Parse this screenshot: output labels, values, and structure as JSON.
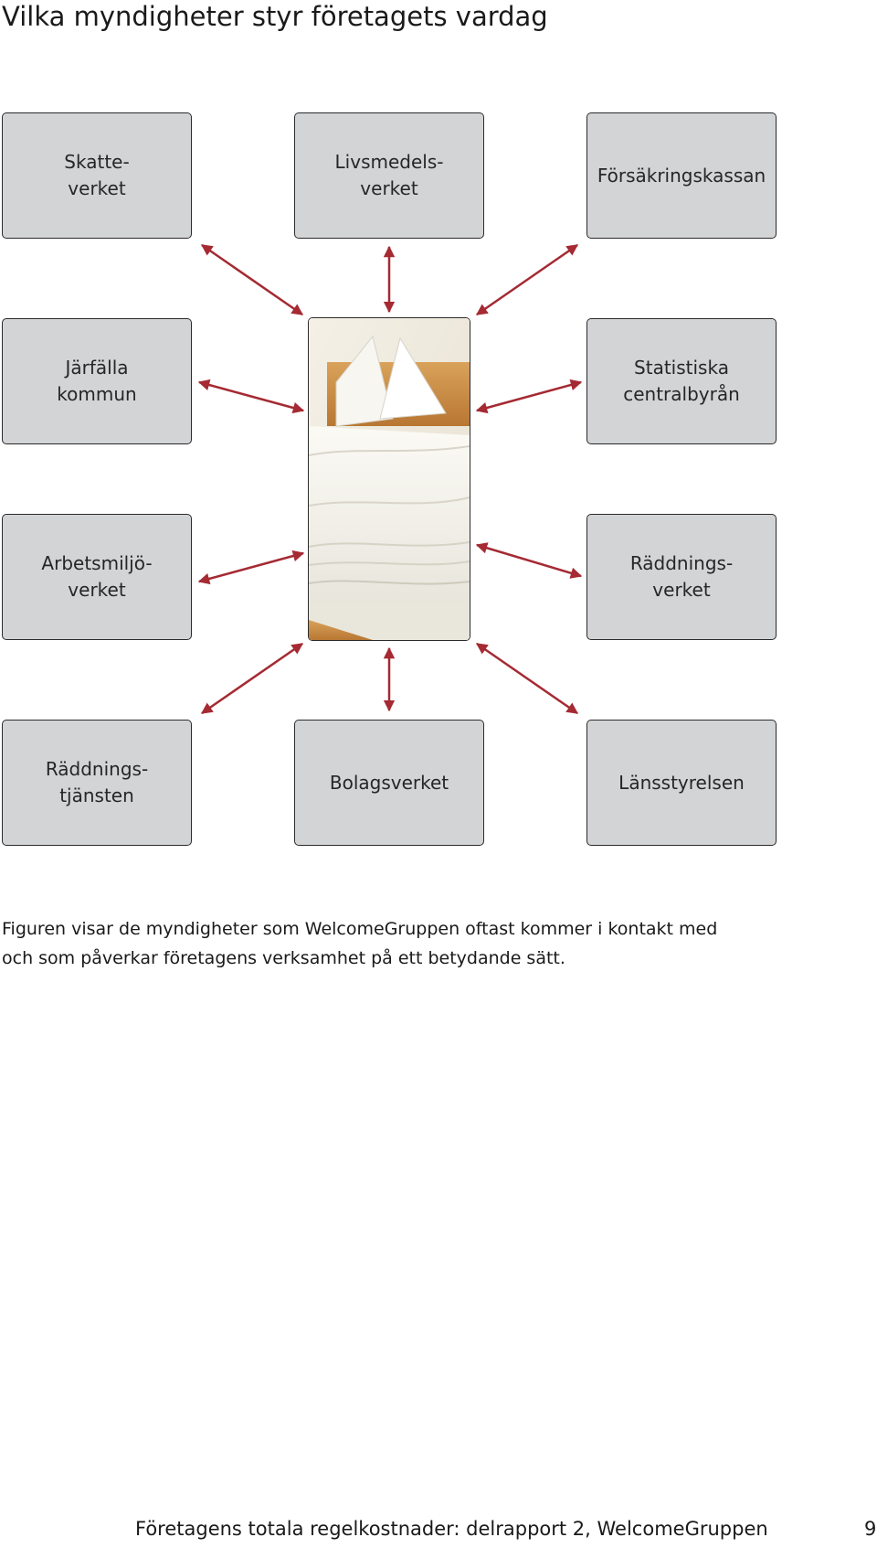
{
  "page": {
    "title": "Vilka myndigheter styr företagets vardag",
    "caption_line1": "Figuren visar de myndigheter som WelcomeGruppen oftast kommer i kontakt med",
    "caption_line2": "och som påverkar företagens verksamhet på ett betydande sätt.",
    "footer": "Företagens totala regelkostnader: delrapport 2, WelcomeGruppen",
    "page_number": "9"
  },
  "diagram": {
    "center_image": "hotel-bed-photo",
    "arrow_color": "#a52a33",
    "box_color": "#d3d4d6",
    "nodes": [
      {
        "id": "skatteverket",
        "label": "Skatte-\nverket"
      },
      {
        "id": "livsmedelsverket",
        "label": "Livsmedels-\nverket"
      },
      {
        "id": "forsakringskassan",
        "label": "Försäkringskassan"
      },
      {
        "id": "jarfalla-kommun",
        "label": "Järfälla\nkommun"
      },
      {
        "id": "statistiska-centralbyran",
        "label": "Statistiska\ncentralbyrån"
      },
      {
        "id": "arbetsmiljoverket",
        "label": "Arbetsmiljö-\nverket"
      },
      {
        "id": "raddningsverket",
        "label": "Räddnings-\nverket"
      },
      {
        "id": "raddningstjansten",
        "label": "Räddnings-\ntjänsten"
      },
      {
        "id": "bolagsverket",
        "label": "Bolagsverket"
      },
      {
        "id": "lansstyrelsen",
        "label": "Länsstyrelsen"
      }
    ],
    "edges": [
      {
        "from": "center",
        "to": "skatteverket",
        "type": "bidirectional"
      },
      {
        "from": "center",
        "to": "livsmedelsverket",
        "type": "bidirectional"
      },
      {
        "from": "center",
        "to": "forsakringskassan",
        "type": "bidirectional"
      },
      {
        "from": "center",
        "to": "jarfalla-kommun",
        "type": "bidirectional"
      },
      {
        "from": "center",
        "to": "statistiska-centralbyran",
        "type": "bidirectional"
      },
      {
        "from": "center",
        "to": "arbetsmiljoverket",
        "type": "bidirectional"
      },
      {
        "from": "center",
        "to": "raddningsverket",
        "type": "bidirectional"
      },
      {
        "from": "center",
        "to": "raddningstjansten",
        "type": "bidirectional"
      },
      {
        "from": "center",
        "to": "bolagsverket",
        "type": "bidirectional"
      },
      {
        "from": "center",
        "to": "lansstyrelsen",
        "type": "bidirectional"
      }
    ]
  }
}
